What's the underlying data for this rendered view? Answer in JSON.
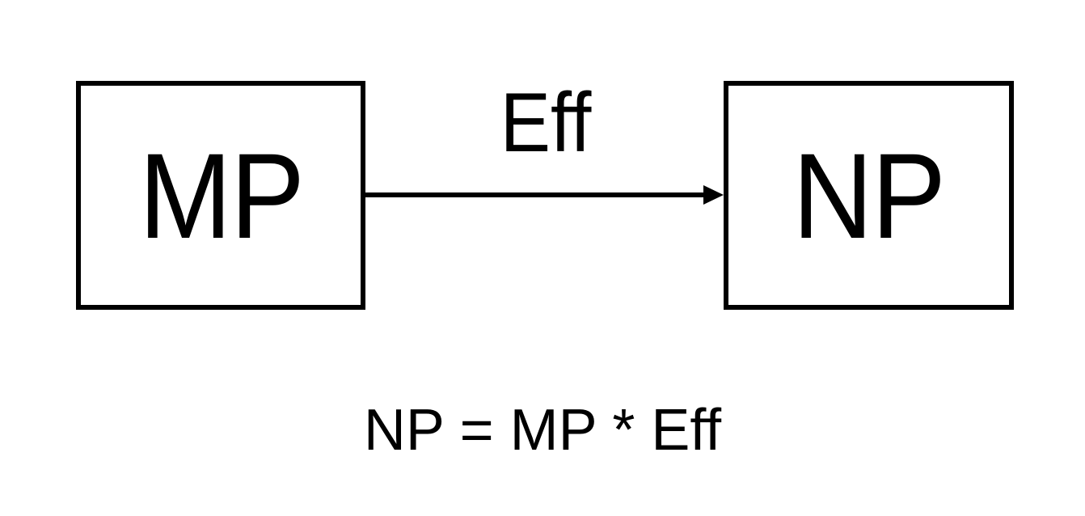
{
  "diagram": {
    "source_node": {
      "label": "MP"
    },
    "target_node": {
      "label": "NP"
    },
    "edge": {
      "label": "Eff"
    },
    "formula": "NP = MP * Eff"
  },
  "colors": {
    "stroke": "#000000",
    "background": "#ffffff"
  }
}
